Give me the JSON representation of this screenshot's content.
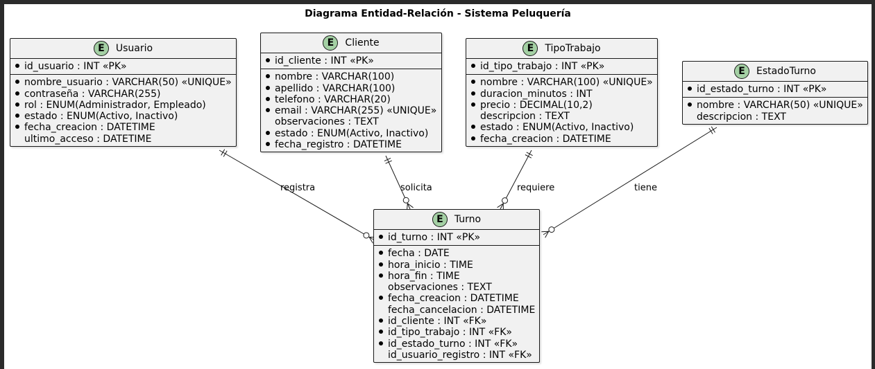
{
  "title": "Diagrama Entidad-Relación - Sistema Peluquería",
  "entity_badge": "E",
  "entities": {
    "usuario": {
      "name": "Usuario",
      "pk": "id_usuario : INT «PK»",
      "attrs": [
        {
          "text": "nombre_usuario : VARCHAR(50) «UNIQUE»",
          "bullet": true
        },
        {
          "text": "contraseña : VARCHAR(255)",
          "bullet": true
        },
        {
          "text": "rol : ENUM(Administrador, Empleado)",
          "bullet": true
        },
        {
          "text": "estado : ENUM(Activo, Inactivo)",
          "bullet": true
        },
        {
          "text": "fecha_creacion : DATETIME",
          "bullet": true
        },
        {
          "text": "ultimo_acceso : DATETIME",
          "bullet": false
        }
      ]
    },
    "cliente": {
      "name": "Cliente",
      "pk": "id_cliente : INT «PK»",
      "attrs": [
        {
          "text": "nombre : VARCHAR(100)",
          "bullet": true
        },
        {
          "text": "apellido : VARCHAR(100)",
          "bullet": true
        },
        {
          "text": "telefono : VARCHAR(20)",
          "bullet": true
        },
        {
          "text": "email : VARCHAR(255) «UNIQUE»",
          "bullet": true
        },
        {
          "text": "observaciones : TEXT",
          "bullet": false
        },
        {
          "text": "estado : ENUM(Activo, Inactivo)",
          "bullet": true
        },
        {
          "text": "fecha_registro : DATETIME",
          "bullet": true
        }
      ]
    },
    "tipotrabajo": {
      "name": "TipoTrabajo",
      "pk": "id_tipo_trabajo : INT «PK»",
      "attrs": [
        {
          "text": "nombre : VARCHAR(100) «UNIQUE»",
          "bullet": true
        },
        {
          "text": "duracion_minutos : INT",
          "bullet": true
        },
        {
          "text": "precio : DECIMAL(10,2)",
          "bullet": true
        },
        {
          "text": "descripcion : TEXT",
          "bullet": false
        },
        {
          "text": "estado : ENUM(Activo, Inactivo)",
          "bullet": true
        },
        {
          "text": "fecha_creacion : DATETIME",
          "bullet": true
        }
      ]
    },
    "estadoturno": {
      "name": "EstadoTurno",
      "pk": "id_estado_turno : INT «PK»",
      "attrs": [
        {
          "text": "nombre : VARCHAR(50) «UNIQUE»",
          "bullet": true
        },
        {
          "text": "descripcion : TEXT",
          "bullet": false
        }
      ]
    },
    "turno": {
      "name": "Turno",
      "pk": "id_turno : INT «PK»",
      "attrs": [
        {
          "text": "fecha : DATE",
          "bullet": true
        },
        {
          "text": "hora_inicio : TIME",
          "bullet": true
        },
        {
          "text": "hora_fin : TIME",
          "bullet": true
        },
        {
          "text": "observaciones : TEXT",
          "bullet": false
        },
        {
          "text": "fecha_creacion : DATETIME",
          "bullet": true
        },
        {
          "text": "fecha_cancelacion : DATETIME",
          "bullet": false
        },
        {
          "text": "id_cliente : INT «FK»",
          "bullet": true
        },
        {
          "text": "id_tipo_trabajo : INT «FK»",
          "bullet": true
        },
        {
          "text": "id_estado_turno : INT «FK»",
          "bullet": true
        },
        {
          "text": "id_usuario_registro : INT «FK»",
          "bullet": false
        }
      ]
    }
  },
  "relationships": [
    {
      "from": "usuario",
      "to": "turno",
      "label": "registra"
    },
    {
      "from": "cliente",
      "to": "turno",
      "label": "solicita"
    },
    {
      "from": "tipotrabajo",
      "to": "turno",
      "label": "requiere"
    },
    {
      "from": "estadoturno",
      "to": "turno",
      "label": "tiene"
    }
  ],
  "colors": {
    "entity_fill": "#f1f1f1",
    "badge_fill": "#a4d0a4",
    "border": "#181818",
    "background": "#ffffff"
  }
}
